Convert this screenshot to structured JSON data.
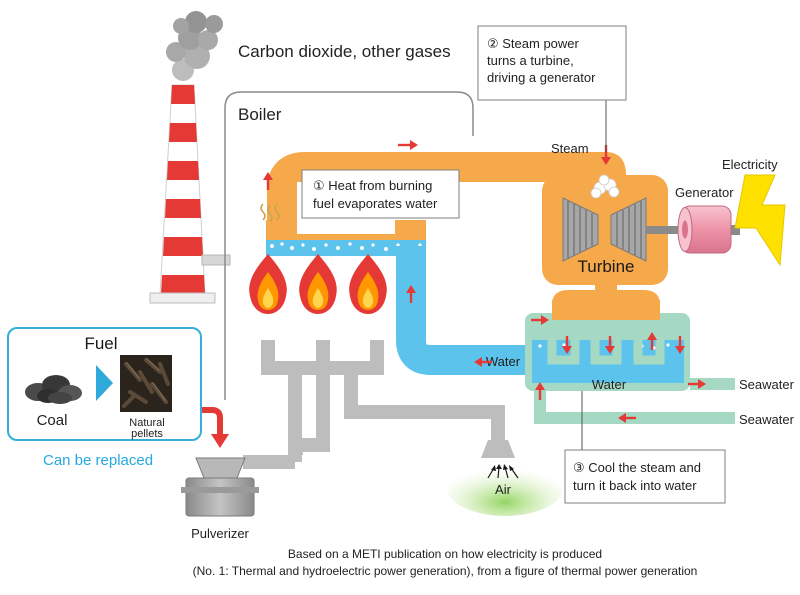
{
  "labels": {
    "emissions": "Carbon dioxide, other gases",
    "boiler": "Boiler",
    "steam": "Steam",
    "generator": "Generator",
    "electricity": "Electricity",
    "turbine": "Turbine",
    "water_pipe": "Water",
    "water_condenser": "Water",
    "seawater_out": "Seawater",
    "seawater_in": "Seawater",
    "air": "Air",
    "pulverizer": "Pulverizer",
    "fuel": "Fuel",
    "coal": "Coal",
    "pellets_line1": "Natural",
    "pellets_line2": "pellets",
    "replaceable": "Can be replaced"
  },
  "callouts": {
    "step1": {
      "line1": "① Heat from burning",
      "line2": "fuel evaporates water"
    },
    "step2": {
      "line1": "② Steam power",
      "line2": "turns a turbine,",
      "line3": "driving a generator"
    },
    "step3": {
      "line1": "③ Cool the steam and",
      "line2": "turn it back into water"
    }
  },
  "caption": {
    "line1": "Based on a METI publication on how electricity is produced",
    "line2": "(No. 1: Thermal and hydroelectric power generation), from a figure of thermal power generation"
  },
  "colors": {
    "steam": "#f6a94a",
    "water": "#5cc3ec",
    "seawater": "#a6d9c4",
    "pipe_gray": "#bdbdbd",
    "chimney_red": "#e53935",
    "arrow_red": "#e53935",
    "fuel_border": "#35aedc",
    "replace_text": "#26a9e0",
    "electricity": "#ffe100",
    "generator": "#f2a7b8",
    "air_glow": "#b7e28a"
  }
}
